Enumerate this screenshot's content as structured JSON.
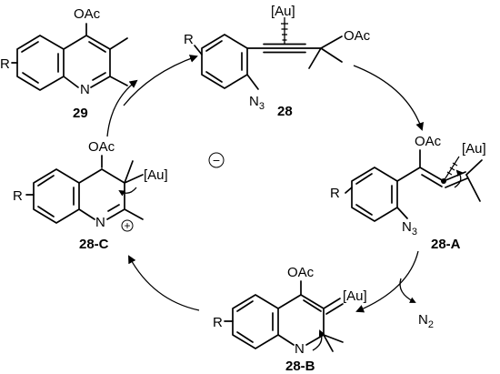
{
  "scheme": {
    "compounds": {
      "c29": {
        "id": "29",
        "oac": "OAc",
        "r": "R",
        "n": "N"
      },
      "c28": {
        "id": "28",
        "au": "[Au]",
        "oac": "OAc",
        "r": "R",
        "n3": "N",
        "n3_sub": "3"
      },
      "c28A": {
        "id": "28-A",
        "oac": "OAc",
        "au": "[Au]",
        "r": "R",
        "n3": "N",
        "n3_sub": "3"
      },
      "c28B": {
        "id": "28-B",
        "oac": "OAc",
        "au": "[Au]",
        "r": "R",
        "n": "N"
      },
      "c28C": {
        "id": "28-C",
        "oac": "OAc",
        "au": "[Au]",
        "r": "R",
        "n": "N",
        "plus": "+",
        "minus": "−"
      }
    },
    "byproduct": {
      "n2": "N",
      "n2_sub": "2"
    }
  }
}
